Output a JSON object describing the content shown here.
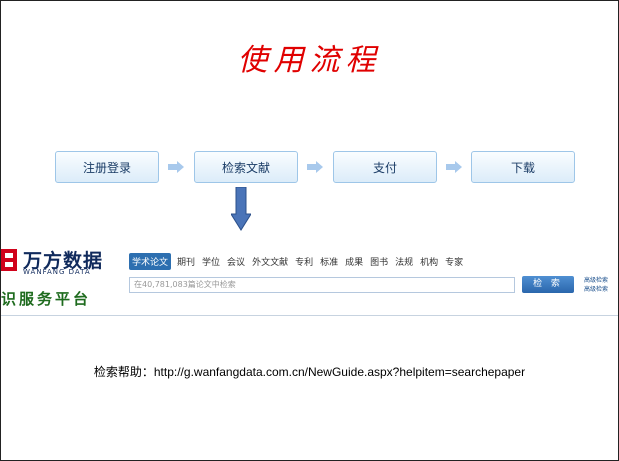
{
  "slide": {
    "title": "使用流程"
  },
  "flow": {
    "steps": [
      "注册登录",
      "检索文献",
      "支付",
      "下载"
    ],
    "arrow_icon": "right-arrow-icon",
    "down_arrow_icon": "down-arrow-icon"
  },
  "site": {
    "logo_cn": "万方数据",
    "logo_en": "WANFANG DATA",
    "slogan": "识服务平台",
    "nav": [
      "学术论文",
      "期刊",
      "学位",
      "会议",
      "外文文献",
      "专利",
      "标准",
      "成果",
      "图书",
      "法规",
      "机构",
      "专家"
    ],
    "active_nav_index": 0,
    "search_placeholder": "在40,781,083篇论文中检索",
    "search_button": "检 索",
    "side_links": [
      "高级检索",
      "高级检索"
    ]
  },
  "help": {
    "text": "检索帮助：http://g.wanfangdata.com.cn/NewGuide.aspx?helpitem=searchepaper"
  },
  "colors": {
    "title": "#e00000",
    "flow_border": "#9ec6e8",
    "arrow": "#a8c9ec",
    "down_arrow": "#4a74b8",
    "nav_active": "#2d6fb0",
    "slogan": "#1e6b1e"
  }
}
